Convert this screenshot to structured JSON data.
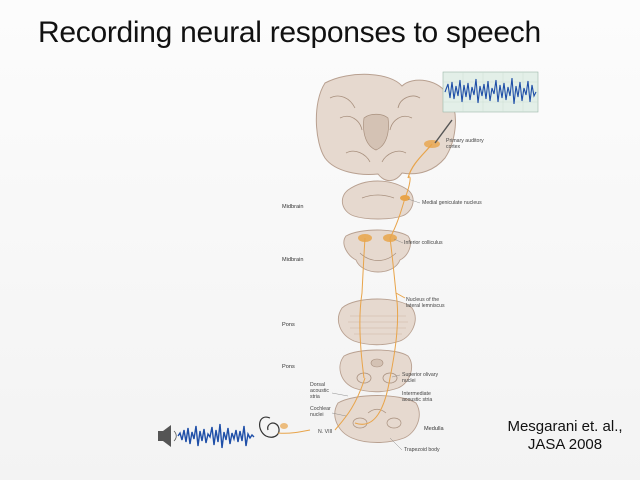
{
  "slide": {
    "title": "Recording neural responses to speech",
    "citation_line1": "Mesgarani et. al.,",
    "citation_line2": "JASA 2008"
  },
  "diagram": {
    "labels": {
      "primary_auditory_cortex_1": "Primary auditory",
      "primary_auditory_cortex_2": "cortex",
      "medial_geniculate": "Medial geniculate nucleus",
      "inferior_colliculus": "Inferior colliculus",
      "lateral_lemniscus_1": "Nucleus of the",
      "lateral_lemniscus_2": "lateral lemniscus",
      "superior_olivary_1": "Superior olivary",
      "superior_olivary_2": "nuclei",
      "dorsal_stria_1": "Dorsal",
      "dorsal_stria_2": "acoustic",
      "dorsal_stria_3": "stria",
      "cochlear_nuclei_1": "Cochlear",
      "cochlear_nuclei_2": "nuclei",
      "intermediate_stria_1": "Intermediate",
      "intermediate_stria_2": "acoustic stria",
      "nerve_viii": "N. VIII",
      "trapezoid_body": "Trapezoid body",
      "medulla": "Medulla"
    },
    "levels": [
      "Midbrain",
      "Midbrain",
      "Pons",
      "Pons"
    ]
  },
  "colors": {
    "tissue": "#e6d9cf",
    "tissue_dark": "#cbb5a6",
    "pathway": "#e8a44a",
    "waveform": "#1f4fa8",
    "recording_bg": "#e3efe8"
  },
  "icons": [
    "speaker-icon",
    "ear-icon",
    "electrode-icon"
  ]
}
